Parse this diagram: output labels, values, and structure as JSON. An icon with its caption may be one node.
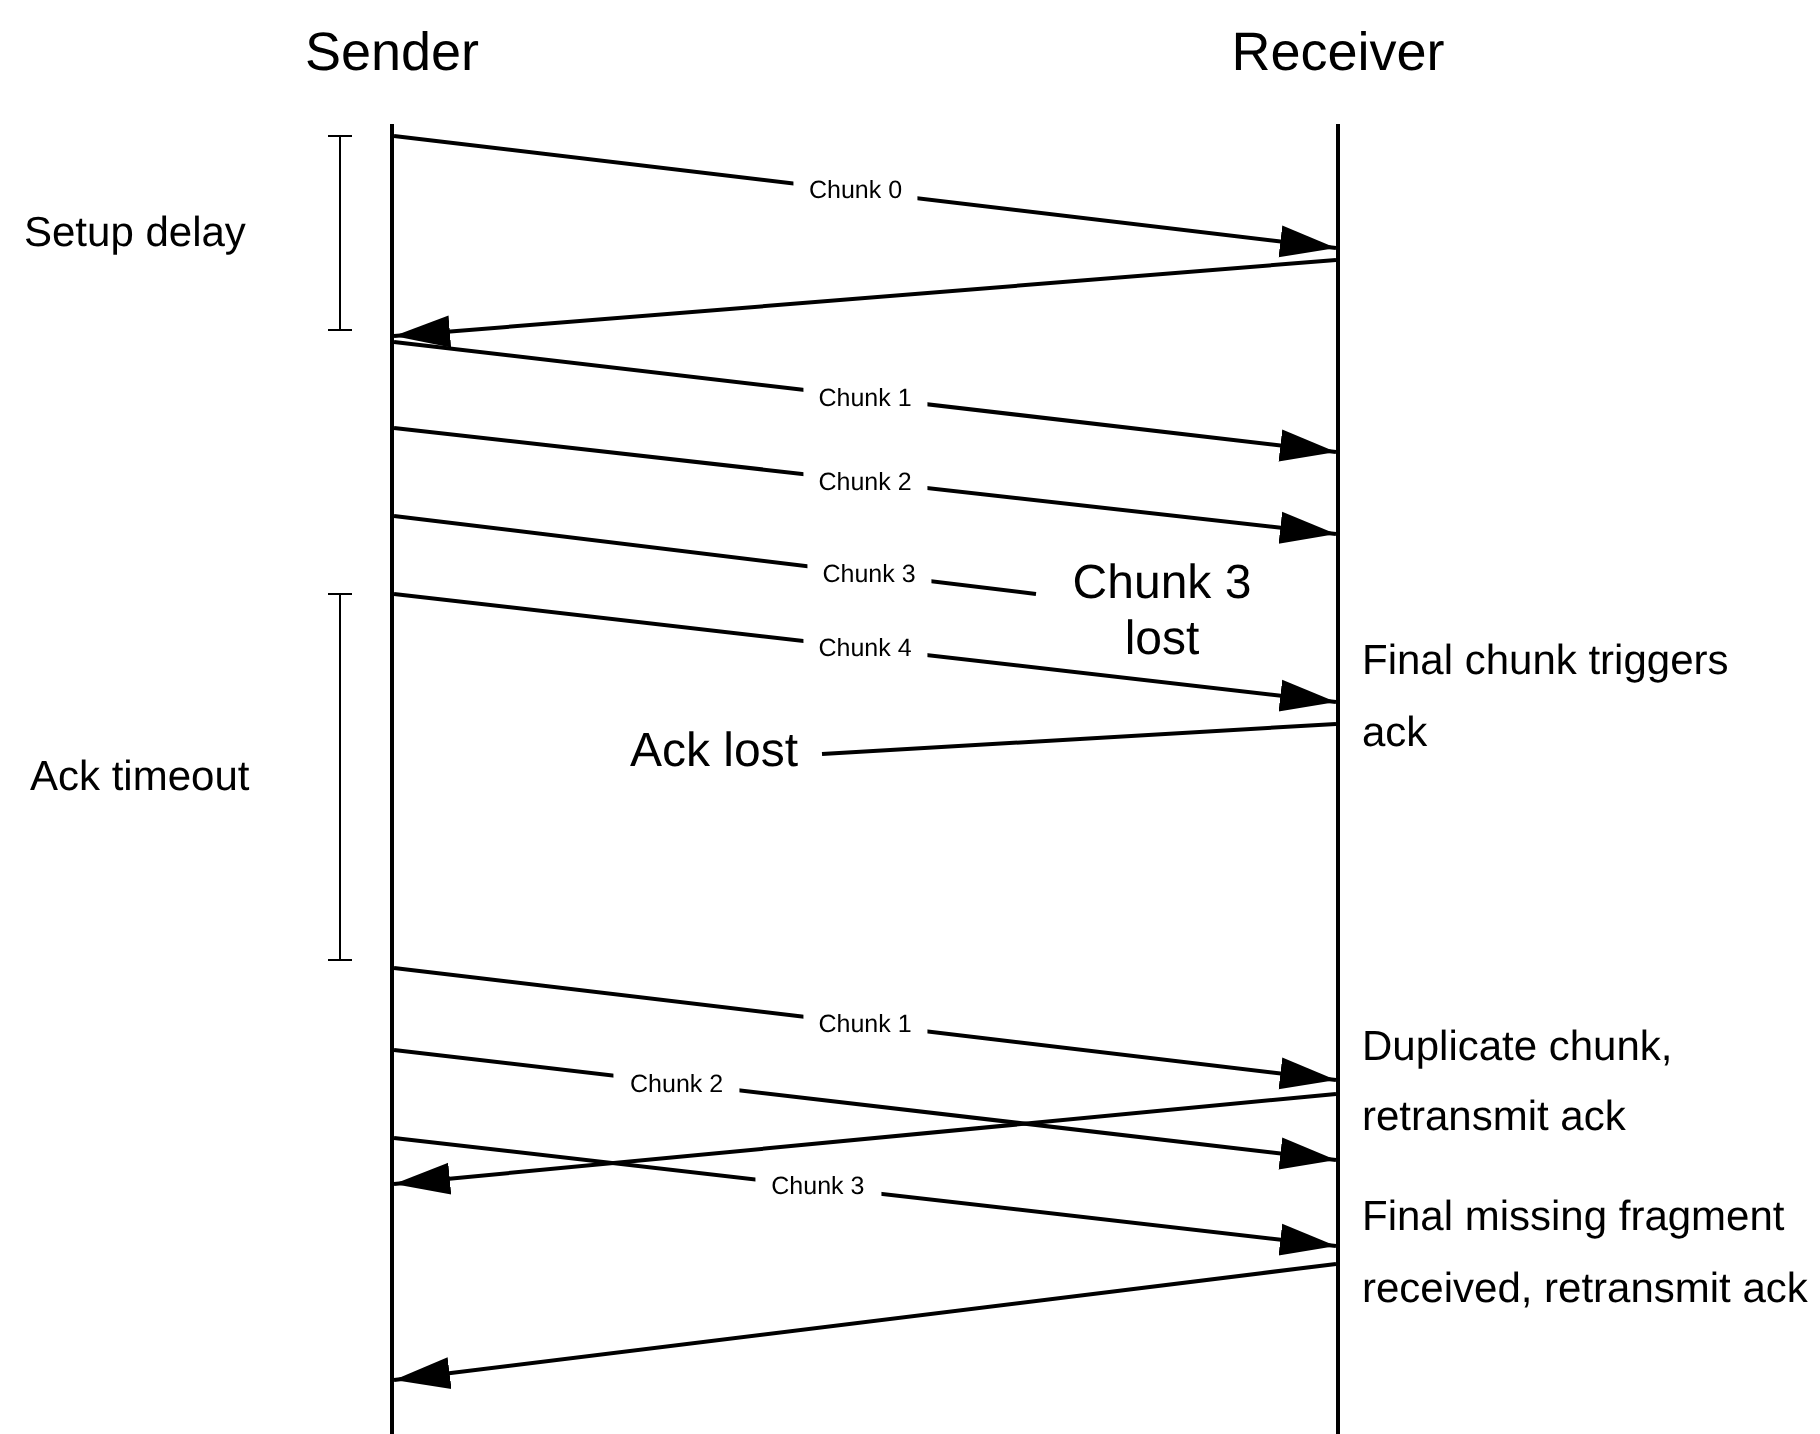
{
  "diagram": {
    "nodes": [
      {
        "text": [
          "Sender"
        ]
      },
      {
        "text": [
          "Receiver"
        ]
      },
      {
        "text": [
          "Chunk 3 lost"
        ]
      },
      {
        "text": [
          "Ack lost"
        ]
      }
    ],
    "edges": [
      {
        "from": 0,
        "to": 1,
        "arrow": "to",
        "label": "Chunk 0"
      },
      {
        "from": 1,
        "to": 0,
        "arrow": "to"
      },
      {
        "from": 0,
        "to": 1,
        "arrow": "to",
        "label": "Chunk 1"
      },
      {
        "from": 0,
        "to": 1,
        "arrow": "to",
        "label": "Chunk 2"
      },
      {
        "from": 0,
        "to": 2,
        "arrow": "none",
        "label": "Chunk 3"
      },
      {
        "from": 0,
        "to": 1,
        "arrow": "to",
        "label": "Chunk 4"
      },
      {
        "from": 1,
        "to": 3,
        "arrow": "none"
      },
      {
        "from": 0,
        "to": 1,
        "arrow": "to",
        "label": "Chunk 1"
      },
      {
        "from": 0,
        "to": 1,
        "arrow": "to",
        "label": "Chunk 2"
      },
      {
        "from": 1,
        "to": 0,
        "arrow": "to"
      },
      {
        "from": 0,
        "to": 1,
        "arrow": "to",
        "label": "Chunk 3"
      },
      {
        "from": 1,
        "to": 0,
        "arrow": "to"
      }
    ],
    "labels": [
      "Setup delay",
      "Ack timeout",
      "Final chunk triggers ack",
      "Duplicate chunk, retransmit ack",
      "Final missing fragment received, retransmit ack"
    ]
  }
}
